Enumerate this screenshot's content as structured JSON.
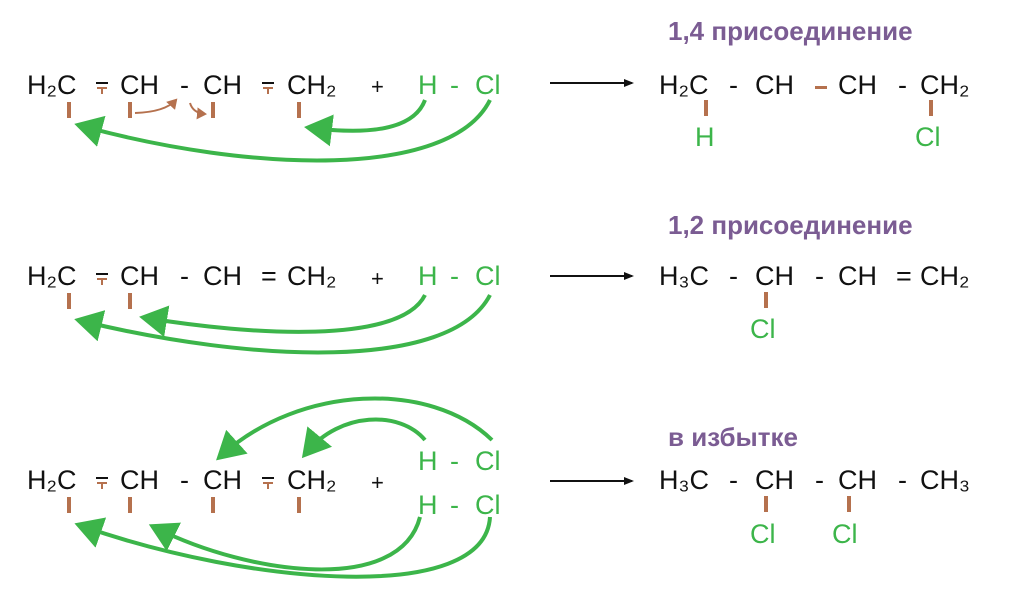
{
  "colors": {
    "text": "#111111",
    "reagent": "#3cb54a",
    "bond_marker": "#b5714e",
    "title": "#7b5c93"
  },
  "reactions": [
    {
      "title": "1,4 присоединение",
      "reactant": [
        "H₂C",
        "CH",
        "-",
        "CH",
        "CH₂"
      ],
      "plus": "+",
      "reagent": {
        "h": "H",
        "bond": "-",
        "cl": "Cl"
      },
      "product": [
        "H₂C",
        "-",
        "CH",
        "CH",
        "-",
        "CH₂"
      ],
      "substituents": [
        "H",
        "Cl"
      ]
    },
    {
      "title": "1,2 присоединение",
      "reactant": [
        "H₂C",
        "CH",
        "-",
        "CH",
        "=",
        "CH₂"
      ],
      "plus": "+",
      "reagent": {
        "h": "H",
        "bond": "-",
        "cl": "Cl"
      },
      "product": [
        "H₃C",
        "-",
        "CH",
        "-",
        "CH",
        "=",
        "CH₂"
      ],
      "substituents": [
        "Cl"
      ]
    },
    {
      "title": "в избытке",
      "reactant": [
        "H₂C",
        "CH",
        "-",
        "CH",
        "CH₂"
      ],
      "plus": "+",
      "reagent": {
        "h": "H",
        "bond": "-",
        "cl": "Cl"
      },
      "reagent2": {
        "h": "H",
        "bond": "-",
        "cl": "Cl"
      },
      "product": [
        "H₃C",
        "-",
        "CH",
        "-",
        "CH",
        "-",
        "CH₃"
      ],
      "substituents": [
        "Cl",
        "Cl"
      ]
    }
  ]
}
